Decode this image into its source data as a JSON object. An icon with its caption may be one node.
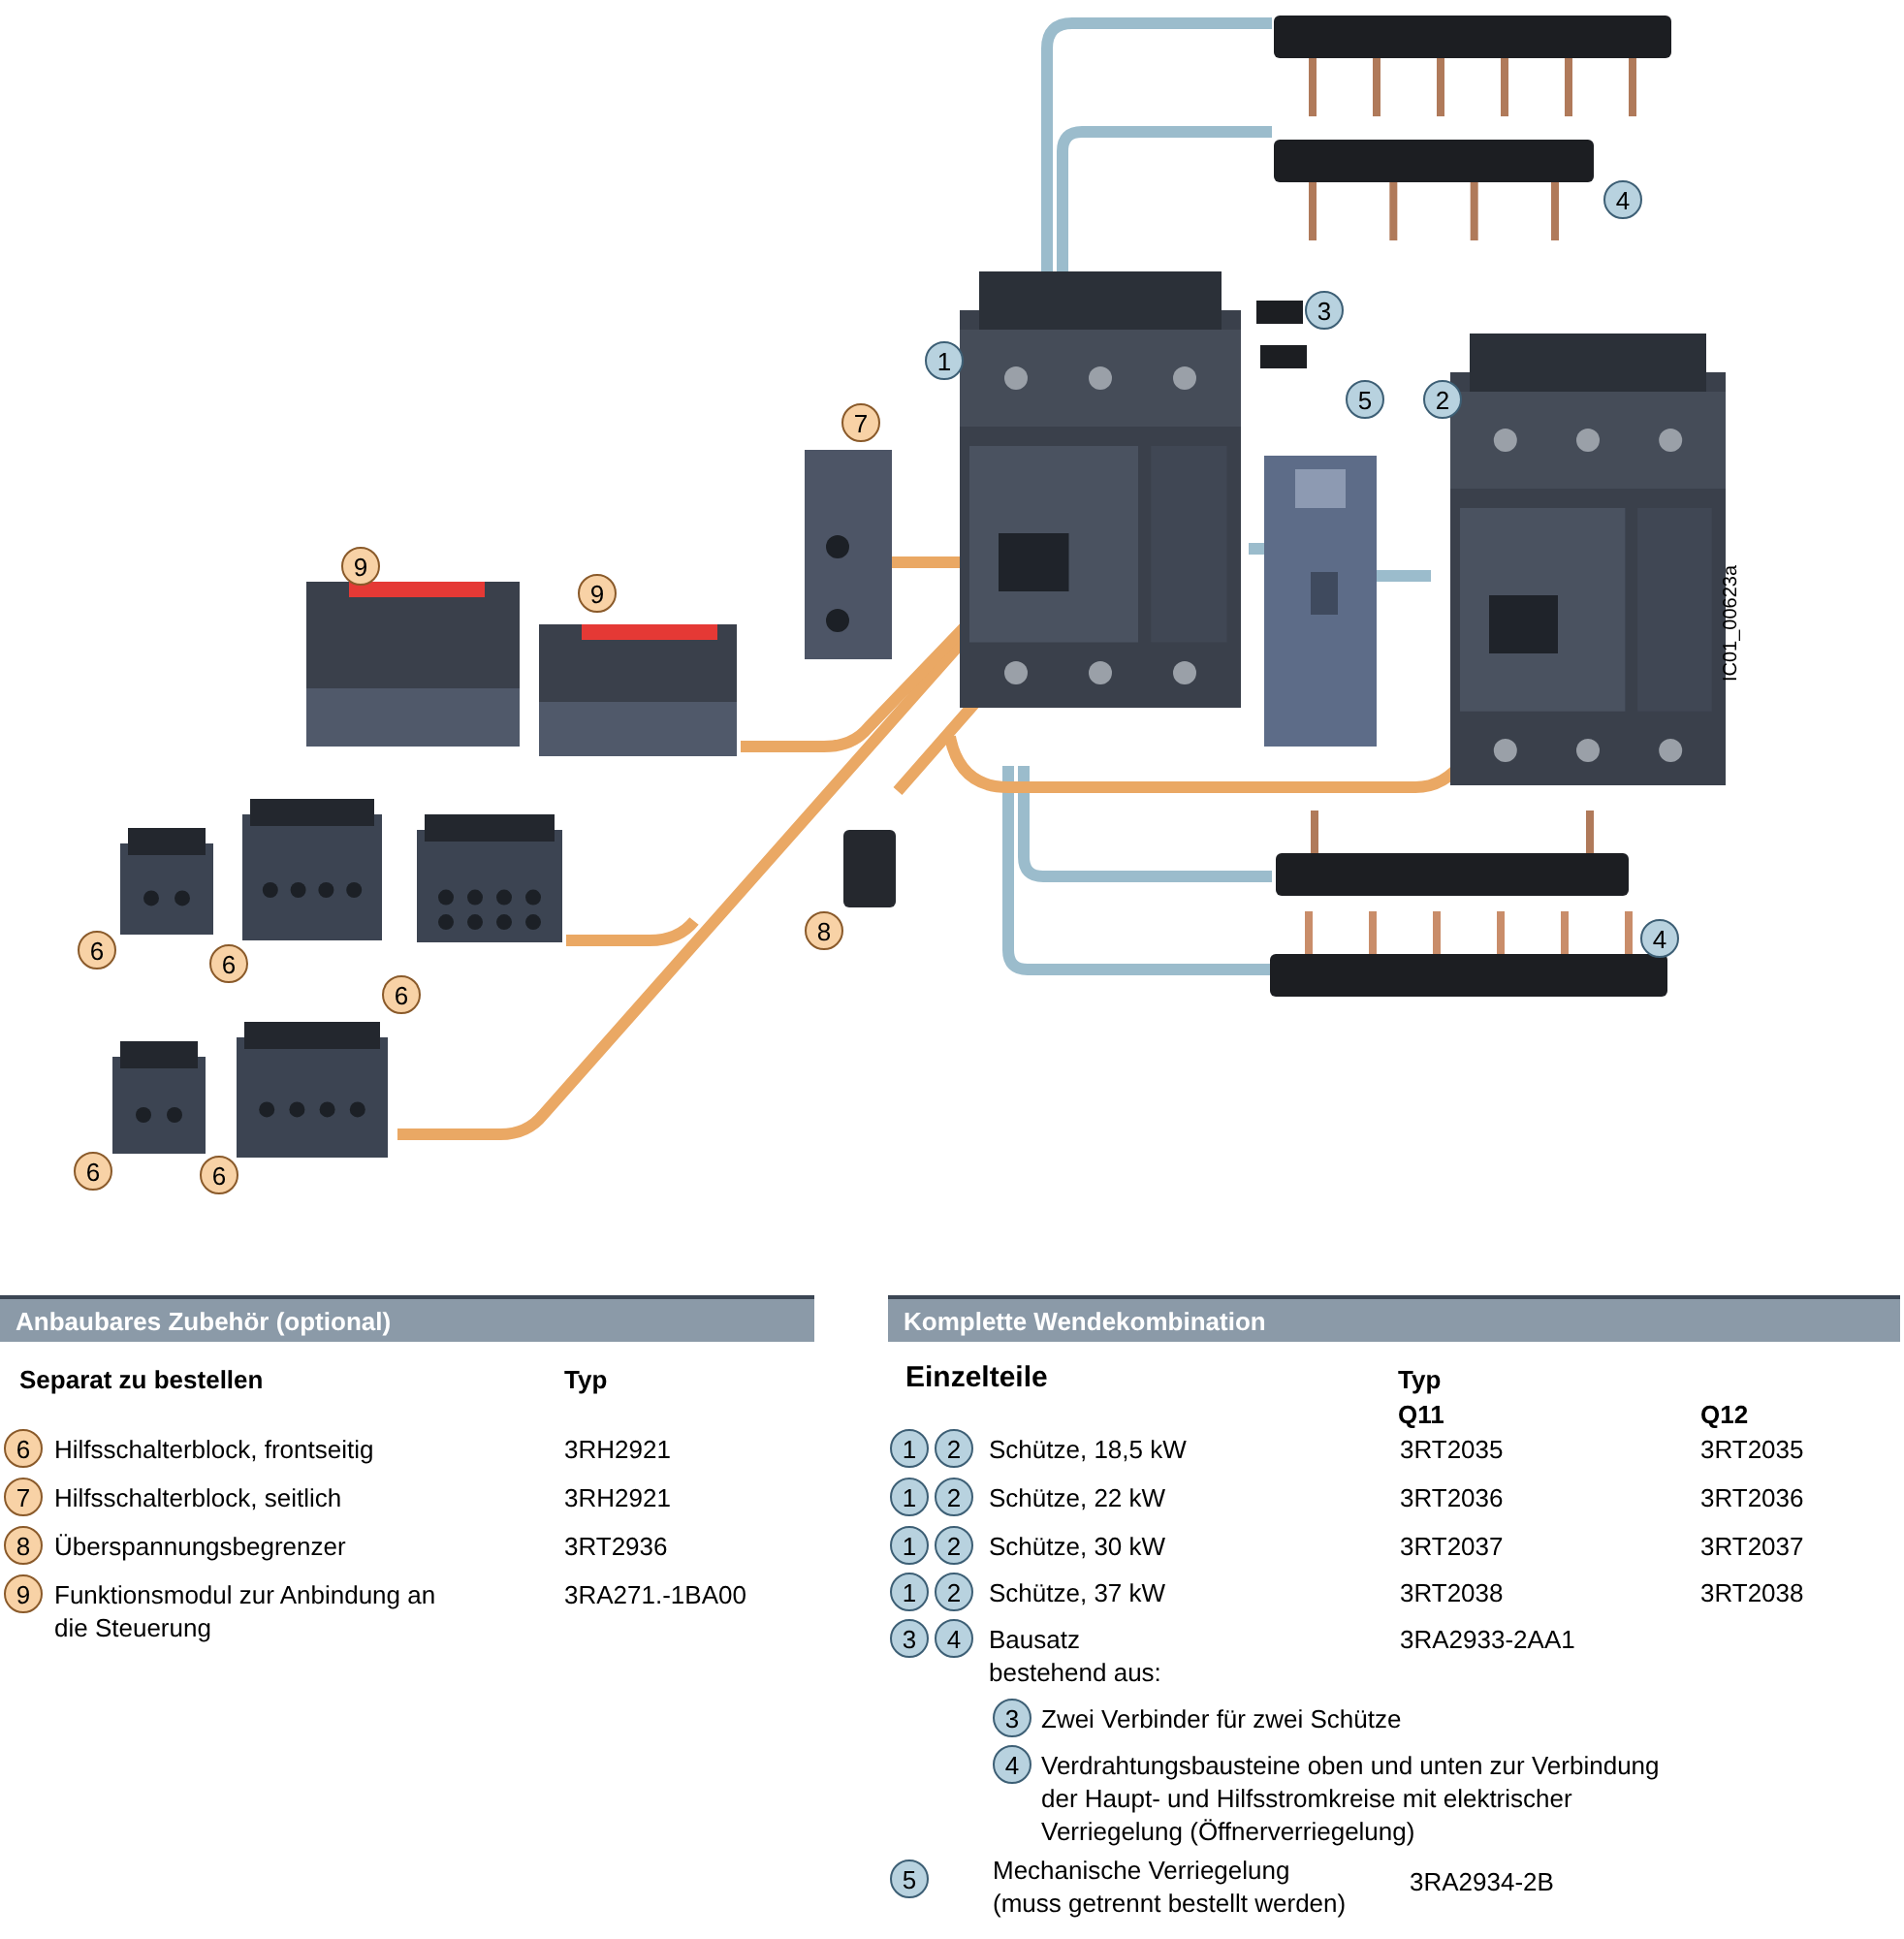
{
  "diagram": {
    "labels": [
      "4",
      "3",
      "1",
      "5",
      "2",
      "7",
      "9",
      "9",
      "8",
      "4",
      "6",
      "6",
      "6",
      "6",
      "6",
      "IC01_00623a",
      "Anbaubares Zubehör (optional)",
      "Separat zu bestellen",
      "Typ",
      "6",
      "Hilfsschalterblock, frontseitig",
      "3RH2921",
      "7",
      "Hilfsschalterblock, seitlich",
      "3RH2921",
      "8",
      "Überspannungsbegrenzer",
      "3RT2936",
      "9",
      "Funktionsmodul zur Anbindung an die Steuerung",
      "3RA271.-1BA00",
      "Komplette Wendekombination",
      "Einzelteile",
      "Typ",
      "Q11",
      "Q12",
      "1",
      "2",
      "Schütze, 18,5 kW",
      "3RT2035",
      "3RT2035",
      "1",
      "2",
      "Schütze, 22 kW",
      "3RT2036",
      "3RT2036",
      "1",
      "2",
      "Schütze, 30 kW",
      "3RT2037",
      "3RT2037",
      "1",
      "2",
      "Schütze, 37 kW",
      "3RT2038",
      "3RT2038",
      "3",
      "4",
      "Bausatz bestehend aus:",
      "3RA2933-2AA1",
      "3",
      "Zwei Verbinder für zwei Schütze",
      "4",
      "Verdrahtungsbausteine oben und unten zur Verbindung der Haupt- und Hilfsstromkreise mit elektrischer Verriegelung (Öffnerverriegelung)",
      "5",
      "Mechanische Verriegelung (muss getrennt bestellt werden)",
      "3RA2934-2B"
    ]
  }
}
